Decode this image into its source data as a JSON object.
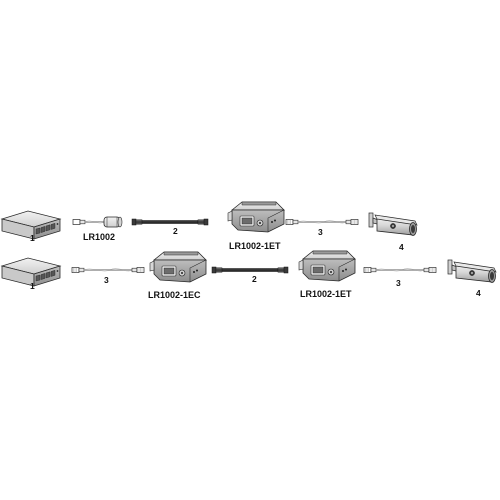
{
  "row1": {
    "switch_number": "1",
    "adapter_label": "LR1002",
    "coax_number": "2",
    "receiver_label": "LR1002-1ET",
    "patch_number": "3",
    "camera_number": "4"
  },
  "row2": {
    "switch_number": "1",
    "patch_number": "3",
    "transmitter_label": "LR1002-1EC",
    "coax_number": "2",
    "receiver_label": "LR1002-1ET",
    "patch_number_b": "3",
    "camera_number": "4"
  }
}
